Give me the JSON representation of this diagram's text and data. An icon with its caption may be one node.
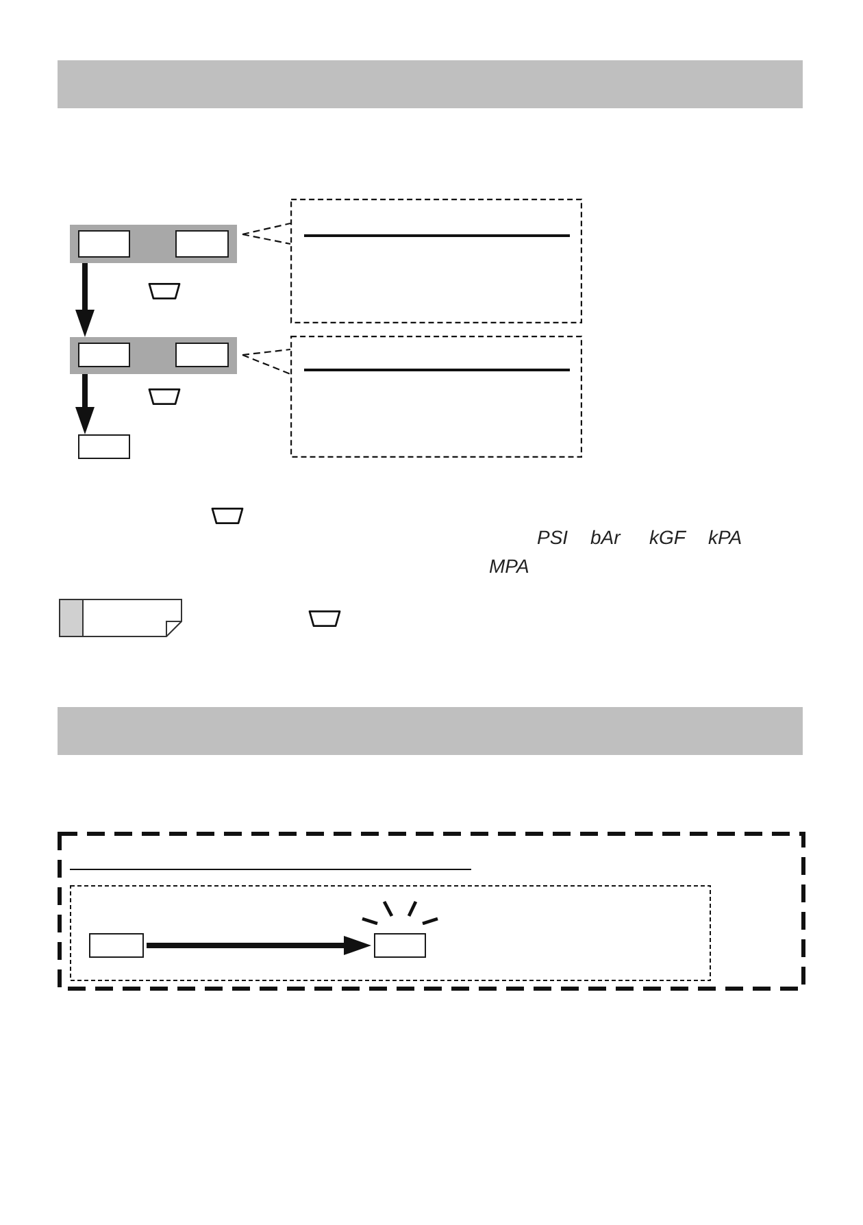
{
  "diagram": {
    "nodes": [
      {
        "text": [],
        "shape": "box"
      },
      {
        "text": [],
        "shape": "box",
        "in": 0
      },
      {
        "text": [],
        "shape": "box",
        "in": 0
      },
      {
        "text": [],
        "shape": "box"
      },
      {
        "text": [],
        "shape": "box",
        "in": 3
      },
      {
        "text": [],
        "shape": "box",
        "in": 3
      },
      {
        "text": [],
        "shape": "box"
      },
      {
        "text": [],
        "shape": "box"
      },
      {
        "text": [],
        "shape": "box"
      },
      {
        "text": [],
        "shape": "box"
      },
      {
        "text": [],
        "shape": "box",
        "in": 9
      },
      {
        "text": [],
        "shape": "box",
        "in": 10
      },
      {
        "text": [],
        "shape": "box",
        "in": 10
      }
    ],
    "edges": [
      {
        "from": 0,
        "to": 3,
        "arrow": "to"
      },
      {
        "from": 3,
        "to": 6,
        "arrow": "to"
      },
      {
        "from": 0,
        "to": 7,
        "arrow": "none",
        "style": "dashed"
      },
      {
        "from": 3,
        "to": 8,
        "arrow": "none",
        "style": "dashed"
      },
      {
        "from": 11,
        "to": 12,
        "arrow": "to"
      }
    ],
    "labels": [
      "PSI",
      "bAr",
      "kGF",
      "kPA",
      "MPA"
    ]
  }
}
